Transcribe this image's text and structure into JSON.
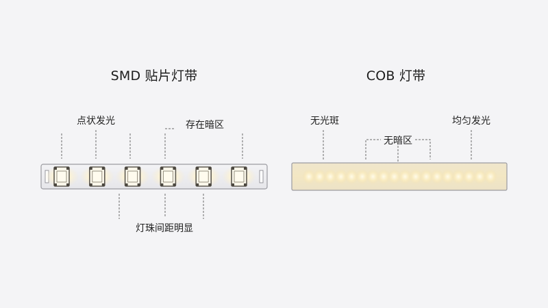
{
  "smd": {
    "title": "SMD 贴片灯带",
    "labels": {
      "point_glow": "点状发光",
      "dark_zone": "存在暗区",
      "spacing": "灯珠间距明显"
    },
    "chip_count": 6
  },
  "cob": {
    "title": "COB 灯带",
    "labels": {
      "no_spots": "无光斑",
      "no_dark": "无暗区",
      "uniform": "均匀发光"
    },
    "dot_count": 18
  },
  "colors": {
    "background": "#f4f4f6",
    "strip_fill": "#ececee",
    "strip_border": "#9a9aa0",
    "led_glow": "#fff6d8",
    "cob_glow": "#f5e6b8",
    "callout_line": "#6a6a6a"
  }
}
